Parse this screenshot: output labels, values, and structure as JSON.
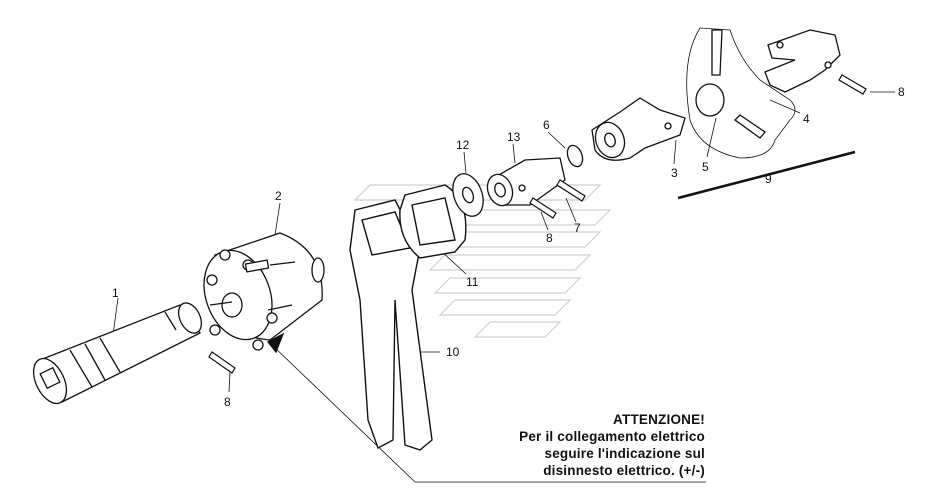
{
  "callouts": {
    "c1": "1",
    "c2": "2",
    "c3": "3",
    "c4": "4",
    "c5": "5",
    "c6": "6",
    "c7": "7",
    "c8a": "8",
    "c8b": "8",
    "c8c": "8",
    "c9": "9",
    "c10": "10",
    "c11": "11",
    "c12": "12",
    "c13": "13"
  },
  "warning": {
    "title": "ATTENZIONE!",
    "line1": "Per il collegamento elettrico",
    "line2": "seguire l'indicazione sul",
    "line3": "disinnesto elettrico. (+/-)"
  },
  "colors": {
    "ink": "#111111",
    "watermark": "#cfcfcf",
    "paper": "#ffffff"
  }
}
